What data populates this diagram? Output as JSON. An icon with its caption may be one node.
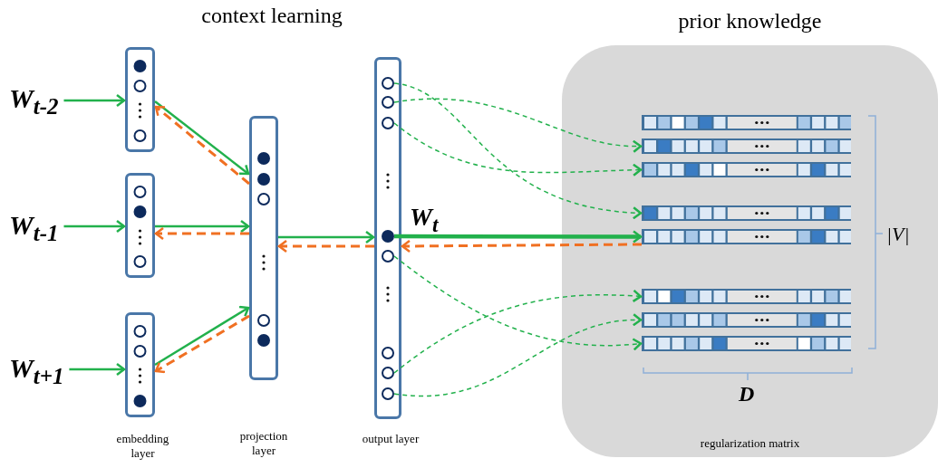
{
  "diagram": {
    "nodes": [
      {
        "text": [
          "W$_{t-2}$"
        ]
      },
      {
        "text": [
          "W$_{t-1}$"
        ]
      },
      {
        "text": [
          "W$_{t+1}$"
        ]
      },
      {
        "text": [],
        "shape": "bar"
      },
      {
        "text": [],
        "shape": "bar"
      },
      {
        "text": [],
        "shape": "bar",
        "beside": [
          "embedding layer"
        ]
      },
      {
        "text": [],
        "shape": "bar"
      },
      {
        "text": [],
        "shape": "bar",
        "beside": [
          "output layer"
        ]
      },
      {
        "text": [],
        "shape": "circle",
        "in": 7
      },
      {
        "text": [],
        "shape": "circle",
        "in": 7
      },
      {
        "text": [],
        "shape": "circle",
        "in": 7
      },
      {
        "text": [],
        "shape": "circle",
        "in": 7
      },
      {
        "text": [],
        "shape": "circle",
        "in": 7
      },
      {
        "text": [],
        "shape": "circle",
        "in": 7
      },
      {
        "text": [],
        "shape": "circle",
        "in": 7
      },
      {
        "text": [
          "prior knowledge",
          "regularization matrix"
        ]
      },
      {
        "text": [],
        "shape": "bar",
        "in": 15
      },
      {
        "text": [],
        "shape": "bar",
        "in": 15
      },
      {
        "text": [],
        "shape": "bar",
        "in": 15
      },
      {
        "text": [],
        "shape": "bar",
        "in": 15
      },
      {
        "text": [],
        "shape": "bar",
        "in": 15
      },
      {
        "text": [],
        "shape": "bar",
        "in": 15
      },
      {
        "text": [],
        "shape": "bar",
        "in": 15
      },
      {
        "text": [],
        "shape": "bar",
        "in": 15
      }
    ],
    "edges": [
      {
        "from": 0,
        "to": 3,
        "arrow": "to"
      },
      {
        "from": 1,
        "to": 4,
        "arrow": "to"
      },
      {
        "from": 2,
        "to": 5,
        "arrow": "to"
      },
      {
        "from": 3,
        "to": 6,
        "arrow": "to"
      },
      {
        "from": 6,
        "to": 3,
        "arrow": "to",
        "style": "dashed",
        "color": "#f07022"
      },
      {
        "from": 4,
        "to": 6,
        "arrow": "to"
      },
      {
        "from": 6,
        "to": 4,
        "arrow": "to",
        "style": "dashed",
        "color": "#f07022"
      },
      {
        "from": 5,
        "to": 6,
        "arrow": "to"
      },
      {
        "from": 6,
        "to": 5,
        "arrow": "to",
        "style": "dashed",
        "color": "#f07022"
      },
      {
        "from": 6,
        "to": 7,
        "arrow": "to"
      },
      {
        "from": 7,
        "to": 6,
        "arrow": "to",
        "style": "dashed",
        "color": "#f07022"
      },
      {
        "from": 11,
        "to": 20,
        "arrow": "to",
        "label": "W$_{t}$",
        "style": "thick"
      },
      {
        "from": 20,
        "to": 7,
        "arrow": "to",
        "style": "dashed",
        "color": "#f07022"
      },
      {
        "from": 8,
        "to": 19,
        "arrow": "to",
        "style": "dashed"
      },
      {
        "from": 9,
        "to": 17,
        "arrow": "to",
        "style": "dashed"
      },
      {
        "from": 10,
        "to": 18,
        "arrow": "to",
        "style": "dashed"
      },
      {
        "from": 12,
        "to": 23,
        "arrow": "to",
        "style": "dashed"
      },
      {
        "from": 13,
        "to": 21,
        "arrow": "to",
        "style": "dashed"
      },
      {
        "from": 14,
        "to": 22,
        "arrow": "to",
        "style": "dashed"
      }
    ],
    "labels": [
      "context learning",
      "|V|",
      "D",
      "projection layer"
    ]
  }
}
